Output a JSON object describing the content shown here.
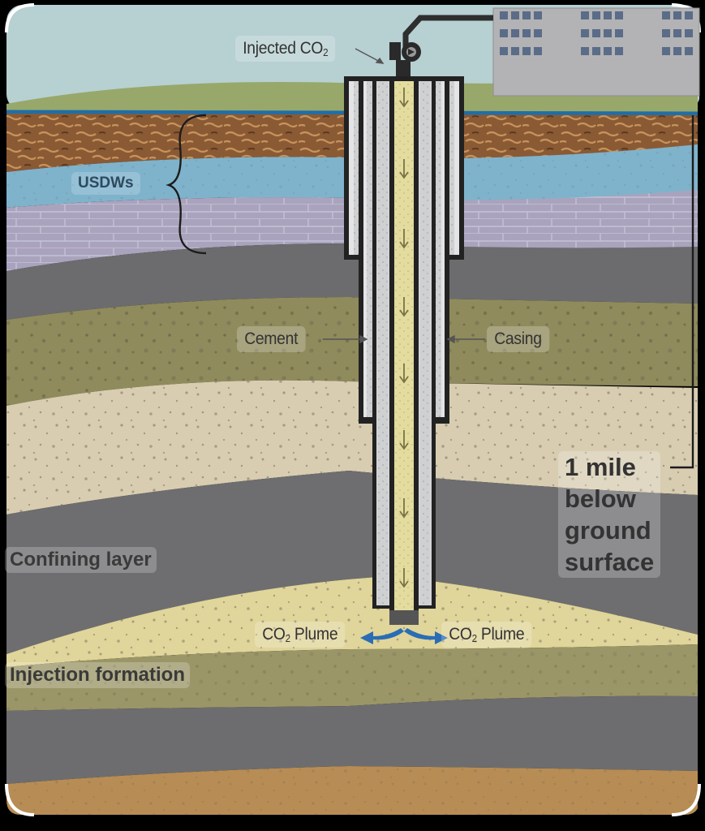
{
  "labels": {
    "injected": "Injected CO",
    "injected_sub": "2",
    "usdws": "USDWs",
    "cement": "Cement",
    "casing": "Casing",
    "confining": "Confining layer",
    "injection": "Injection formation",
    "plume_left": "CO",
    "plume_left_sub": "2",
    "plume_left_tail": " Plume",
    "plume_right": "CO",
    "plume_right_sub": "2",
    "plume_right_tail": " Plume",
    "depth_line1": "1 mile",
    "depth_line2": "below",
    "depth_line3": "ground",
    "depth_line4": "surface"
  },
  "colors": {
    "sky": "#b7d0d2",
    "grass": "#98a86a",
    "water_line": "#1f6ea8",
    "soil": "#8a5a34",
    "aquifer": "#7fb3cc",
    "limestone": "#a9a3bd",
    "shale": "#6c6c6e",
    "sandstone_olive": "#8f8b5c",
    "sand": "#d8cdb1",
    "confining": "#6e6e70",
    "injection_yellow": "#e0d59a",
    "injection_olive": "#9b9668",
    "bottom_grey": "#6d6d6f",
    "bottom_brown": "#b78d55",
    "casing": "#c9c9cb",
    "tubing": "#e4dc9e",
    "plume_arrow": "#2a6db5"
  }
}
